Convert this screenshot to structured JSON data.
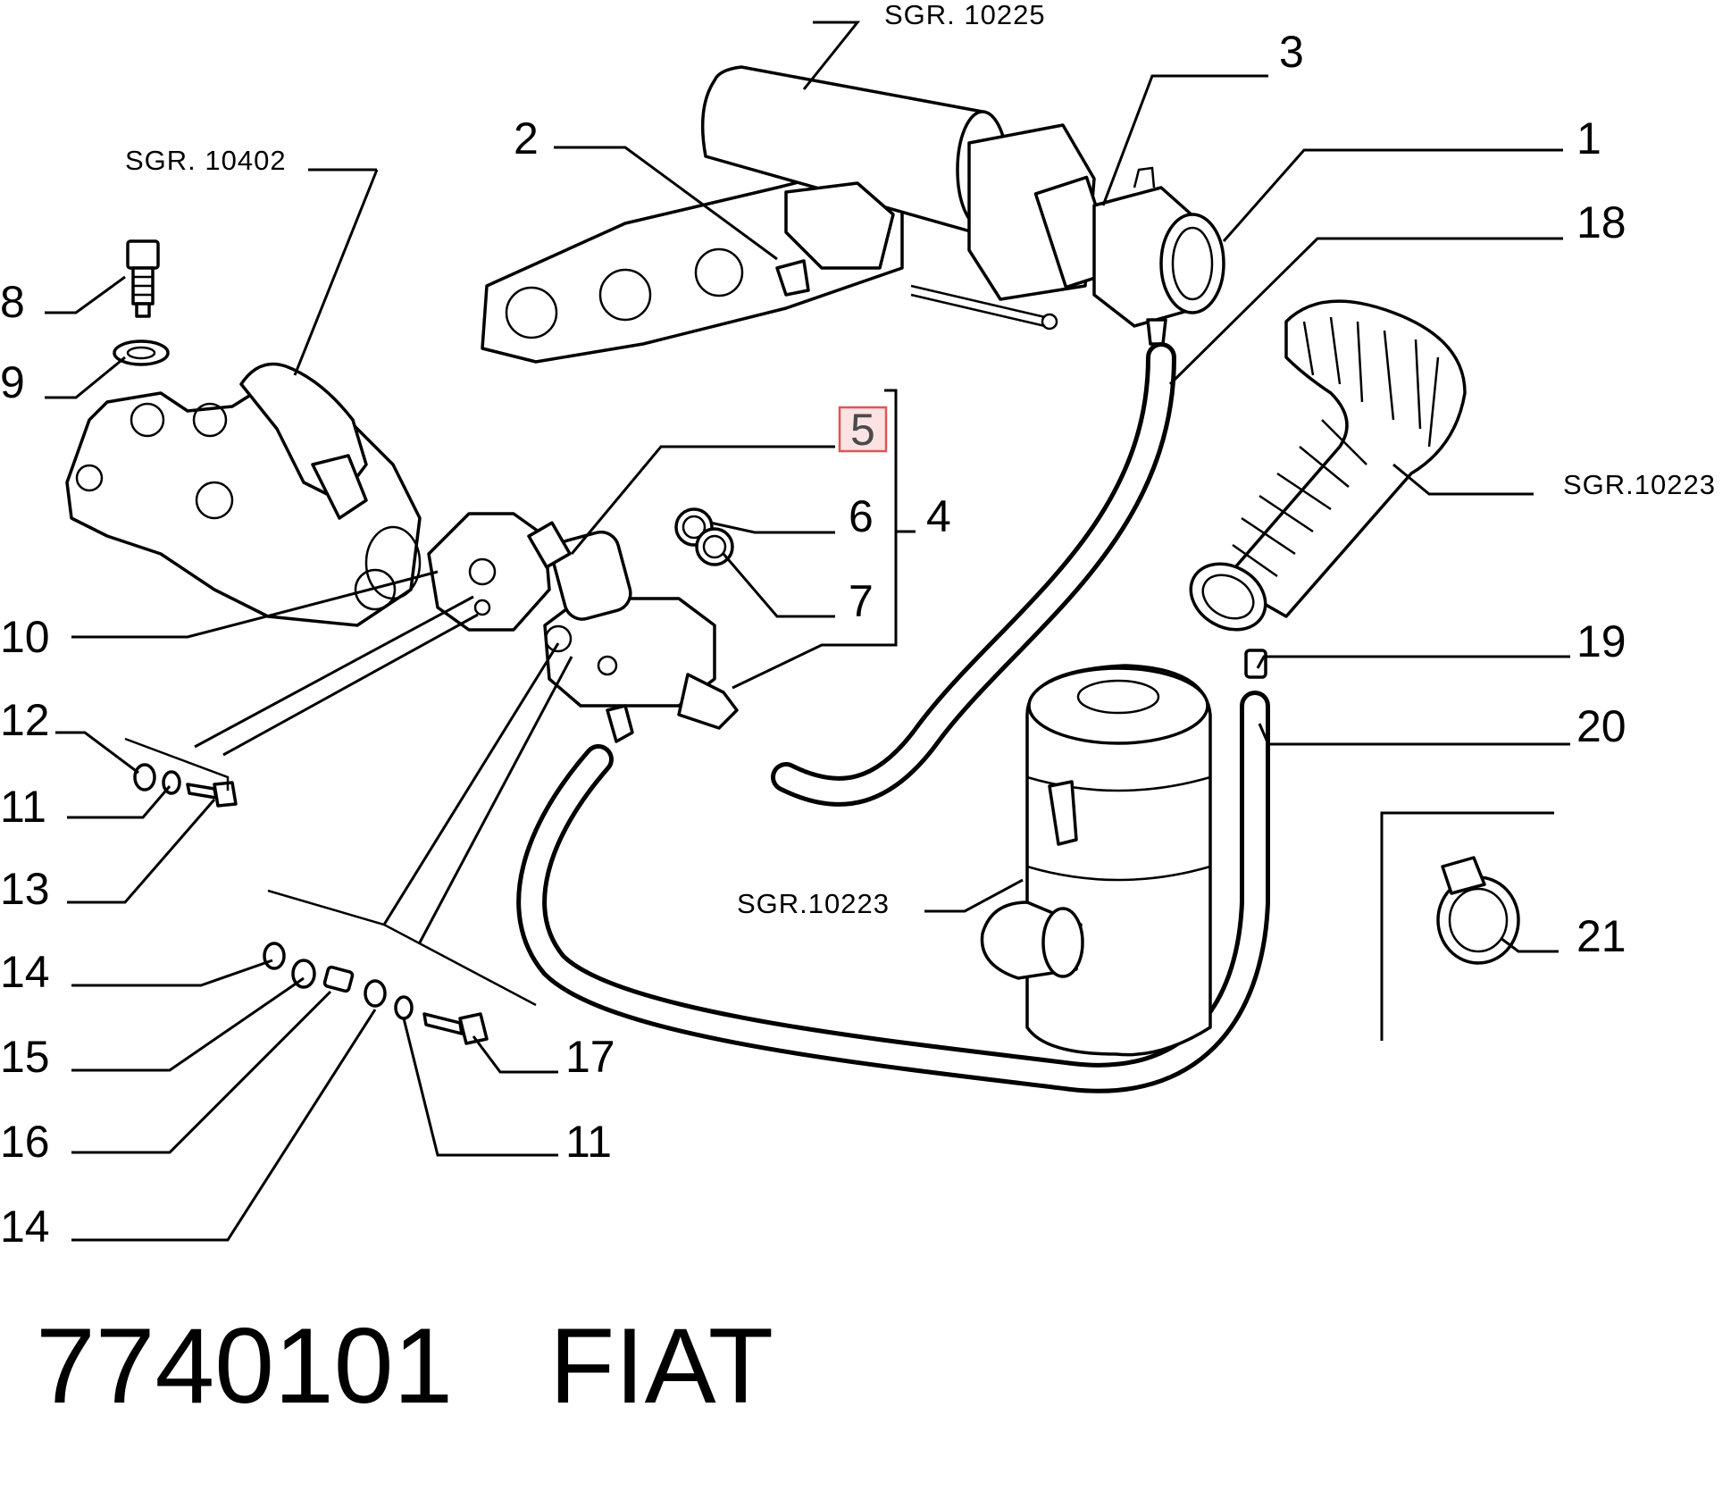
{
  "refs": {
    "sgr_top": "SGR. 10225",
    "sgr_left": "SGR. 10402",
    "sgr_right": "SGR.10223",
    "sgr_center": "SGR.10223"
  },
  "callouts": {
    "c1": "1",
    "c2": "2",
    "c3": "3",
    "c4": "4",
    "c5": "5",
    "c6": "6",
    "c7": "7",
    "c8": "8",
    "c9": "9",
    "c10": "10",
    "c11a": "11",
    "c11b": "11",
    "c12": "12",
    "c13": "13",
    "c14a": "14",
    "c14b": "14",
    "c15": "15",
    "c16": "16",
    "c17": "17",
    "c18": "18",
    "c19": "19",
    "c20": "20",
    "c21": "21"
  },
  "highlighted_callout": "5",
  "highlight_color": "#e05555",
  "highlight_fill": "#fbe3e3",
  "footer": {
    "part_number": "7740101",
    "brand": "FIAT"
  }
}
